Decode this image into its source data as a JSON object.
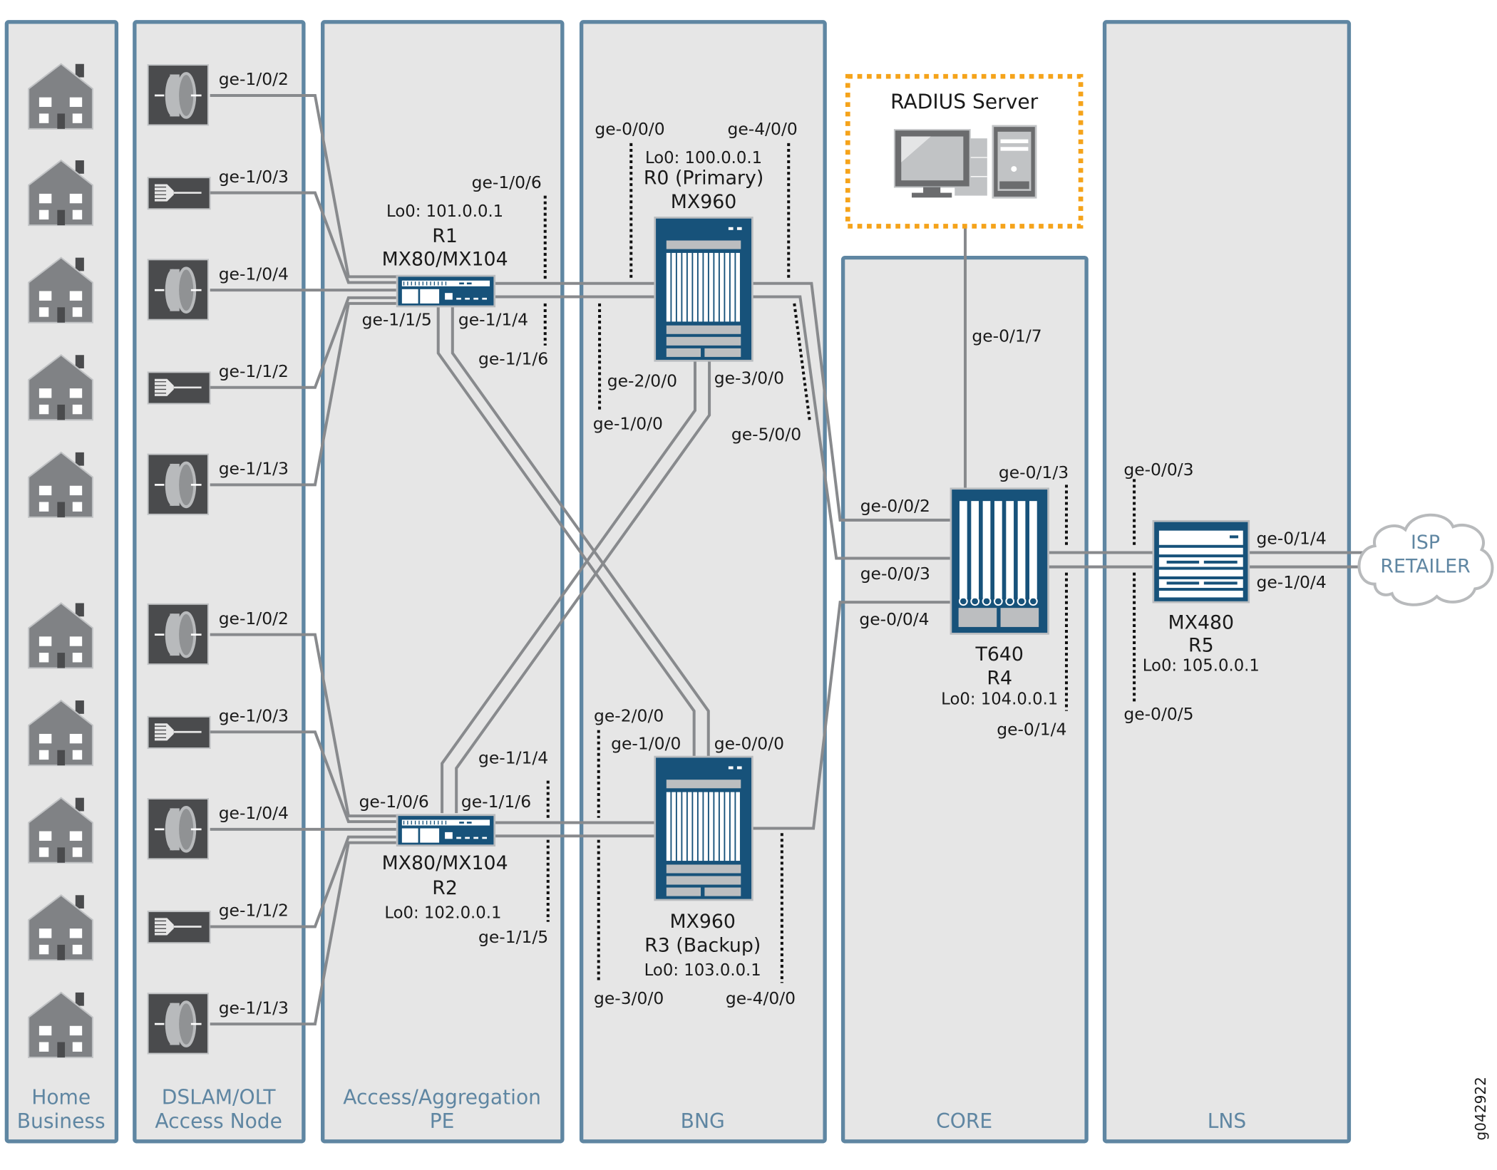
{
  "figure_id": "g042922",
  "colors": {
    "panel_border": "#5f86a2",
    "panel_fill": "#e6e6e6",
    "device_blue": "#17527a",
    "radius_border": "#f5a31a",
    "link": "#888a8d",
    "node_icon": "#4a4b4d",
    "house": "#808285"
  },
  "panels": [
    {
      "id": "home",
      "label_line1": "Home",
      "label_line2": "Business"
    },
    {
      "id": "dslam",
      "label_line1": "DSLAM/OLT",
      "label_line2": "Access Node"
    },
    {
      "id": "pe",
      "label_line1": "Access/Aggregation",
      "label_line2": "PE"
    },
    {
      "id": "bng",
      "label_line1": "",
      "label_line2": "BNG"
    },
    {
      "id": "core",
      "label_line1": "",
      "label_line2": "CORE"
    },
    {
      "id": "lns",
      "label_line1": "",
      "label_line2": "LNS"
    }
  ],
  "houses": {
    "count": 10,
    "icon": "house-icon"
  },
  "access_nodes": [
    {
      "type": "olt-splitter",
      "port": "ge-1/0/2"
    },
    {
      "type": "dslam",
      "port": "ge-1/0/3"
    },
    {
      "type": "olt-splitter",
      "port": "ge-1/0/4"
    },
    {
      "type": "dslam",
      "port": "ge-1/1/2"
    },
    {
      "type": "olt-splitter",
      "port": "ge-1/1/3"
    },
    {
      "type": "olt-splitter",
      "port": "ge-1/0/2"
    },
    {
      "type": "dslam",
      "port": "ge-1/0/3"
    },
    {
      "type": "olt-splitter",
      "port": "ge-1/0/4"
    },
    {
      "type": "dslam",
      "port": "ge-1/1/2"
    },
    {
      "type": "olt-splitter",
      "port": "ge-1/1/3"
    }
  ],
  "radius": {
    "title": "RADIUS Server",
    "port": "ge-0/1/7"
  },
  "routers": {
    "r1": {
      "name": "R1",
      "model": "MX80/MX104",
      "loopback": "Lo0: 101.0.0.1",
      "ports": {
        "up": "ge-1/0/6",
        "down_left": "ge-1/1/5",
        "down_right": "ge-1/1/4",
        "down": "ge-1/1/6"
      }
    },
    "r2": {
      "name": "R2",
      "model": "MX80/MX104",
      "loopback": "Lo0: 102.0.0.1",
      "ports": {
        "up_left": "ge-1/0/6",
        "up_right": "ge-1/1/6",
        "up": "ge-1/1/4",
        "down": "ge-1/1/5"
      }
    },
    "r0": {
      "name": "R0 (Primary)",
      "model": "MX960",
      "loopback": "Lo0: 100.0.0.1",
      "ports": {
        "tl": "ge-0/0/0",
        "tr": "ge-4/0/0",
        "bl": "ge-2/0/0",
        "br": "ge-3/0/0",
        "bl2": "ge-1/0/0",
        "br2": "ge-5/0/0"
      }
    },
    "r3": {
      "name": "R3 (Backup)",
      "model": "MX960",
      "loopback": "Lo0: 103.0.0.1",
      "ports": {
        "tl": "ge-2/0/0",
        "tl2": "ge-1/0/0",
        "tr": "ge-0/0/0",
        "bl": "ge-3/0/0",
        "br": "ge-4/0/0"
      }
    },
    "r4": {
      "name": "R4",
      "model": "T640",
      "loopback": "Lo0: 104.0.0.1",
      "ports": {
        "in1": "ge-0/0/2",
        "in2": "ge-0/0/3",
        "in3": "ge-0/0/4",
        "up": "ge-0/1/3",
        "down": "ge-0/1/4"
      }
    },
    "r5": {
      "name": "R5",
      "model": "MX480",
      "loopback": "Lo0: 105.0.0.1",
      "ports": {
        "up": "ge-0/0/3",
        "down": "ge-0/0/5",
        "out1": "ge-0/1/4",
        "out2": "ge-1/0/4"
      }
    }
  },
  "cloud": {
    "line1": "ISP",
    "line2": "RETAILER"
  }
}
